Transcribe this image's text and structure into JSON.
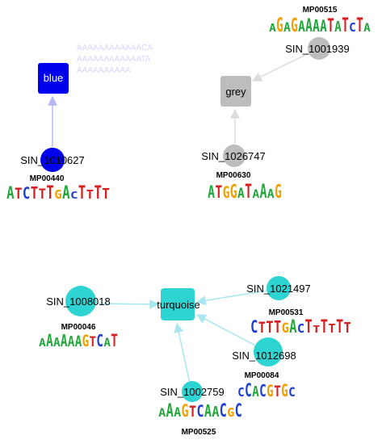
{
  "colors": {
    "blue": "#0000ee",
    "grey": "#bdbdbd",
    "turquoise": "#2dd4d1",
    "edge_blue": "#b8b8f4",
    "edge_grey": "#dcdcdc",
    "edge_turquoise": "#a9e6ef",
    "logo_A": "#22a83a",
    "logo_C": "#1f3fd0",
    "logo_G": "#f0a000",
    "logo_T": "#d42020"
  },
  "modules": {
    "blue": {
      "label": "blue"
    },
    "grey": {
      "label": "grey"
    },
    "turquoise": {
      "label": "turquoise"
    }
  },
  "genes": {
    "sin_1010627": {
      "label": "SIN_1010627",
      "motif_id": "MP00440",
      "logo": "ATCTTTGACTTTT"
    },
    "sin_1001939": {
      "label": "SIN_1001939",
      "motif_id": "MP00515",
      "logo": "AGAGAAAATATCTA"
    },
    "sin_1026747": {
      "label": "SIN_1026747",
      "motif_id": "MP00630",
      "logo": "ATGGATAAAG"
    },
    "sin_1008018": {
      "label": "SIN_1008018",
      "motif_id": "MP00046",
      "logo": "AAAAAAGTCAT"
    },
    "sin_1021497": {
      "label": "SIN_1021497",
      "motif_id": "MP00531",
      "logo": "CTTTGACTTTTTT"
    },
    "sin_1012698": {
      "label": "SIN_1012698",
      "motif_id": "MP00084",
      "logo": "CCACGTGC"
    },
    "sin_1002759": {
      "label": "SIN_1002759",
      "motif_id": "MP00525",
      "logo": "AAAGTCAACGC"
    }
  },
  "faint_text": {
    "line1": "AAAAAAAAAAAACA",
    "line2": "AAAAAAAAAAAATA",
    "line3": "AAAAAAAAAA"
  }
}
